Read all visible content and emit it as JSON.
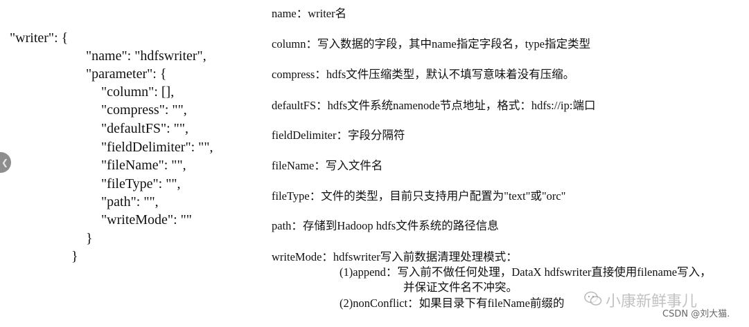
{
  "code": {
    "lines": [
      "\"writer\": {",
      "\"name\": \"hdfswriter\",",
      "\"parameter\": {",
      "\"column\": [],",
      "\"compress\": \"\",",
      "\"defaultFS\": \"\",",
      "\"fieldDelimiter\": \"\",",
      "\"fileName\": \"\",",
      "\"fileType\": \"\",",
      "\"path\": \"\",",
      "\"writeMode\": \"\"",
      "}",
      "}"
    ]
  },
  "descriptions": [
    "name：writer名",
    "column：写入数据的字段，其中name指定字段名，type指定类型",
    "compress：hdfs文件压缩类型，默认不填写意味着没有压缩。",
    "defaultFS：hdfs文件系统namenode节点地址，格式：hdfs://ip:端口",
    "fieldDelimiter：字段分隔符",
    "fileName：写入文件名",
    "fileType：文件的类型，目前只支持用户配置为\"text\"或\"orc\"",
    "path：存储到Hadoop hdfs文件系统的路径信息",
    "writeMode：hdfswriter写入前数据清理处理模式："
  ],
  "write_mode_options": [
    "(1)append：写入前不做任何处理，DataX hdfswriter直接使用filename写入，",
    "并保证文件名不冲突。",
    "(2)nonConflict：如果目录下有fileName前缀的"
  ],
  "watermarks": {
    "wechat": "小康新鲜事儿",
    "csdn": "CSDN @刘大猫."
  }
}
